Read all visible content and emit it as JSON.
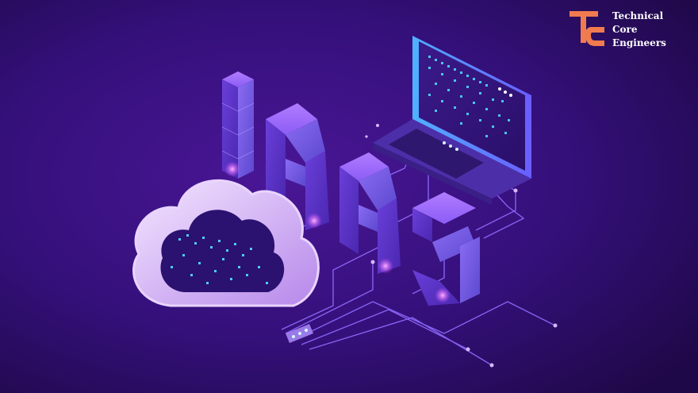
{
  "brand": {
    "lines": [
      "Technical",
      "Core",
      "Engineers"
    ],
    "accent_color": "#f07b4f"
  },
  "scene": {
    "subject": "isometric cloud connected to laptop with IAAS block letters",
    "letters": [
      "I",
      "A",
      "A",
      "S"
    ],
    "icons": [
      "cloud-icon",
      "laptop-icon",
      "server-rack-icon"
    ],
    "colors": {
      "background": "#2a0a5e",
      "glow": "#d94cff",
      "screen": "#3b9bff",
      "data_bits": "#4fe3ff"
    }
  }
}
